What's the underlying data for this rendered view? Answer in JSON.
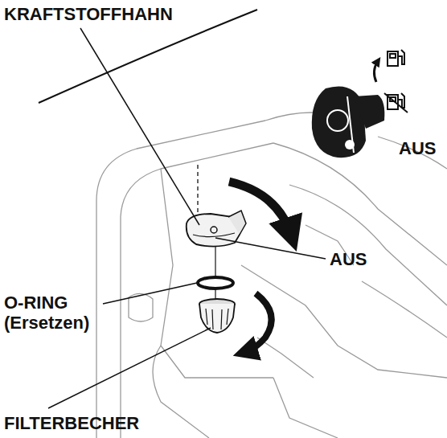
{
  "diagram": {
    "labels": [
      "KRAFTSTOFFHAHN",
      "AUS",
      "AUS",
      "O-RING (Ersetzen)",
      "FILTERBECHER"
    ]
  }
}
